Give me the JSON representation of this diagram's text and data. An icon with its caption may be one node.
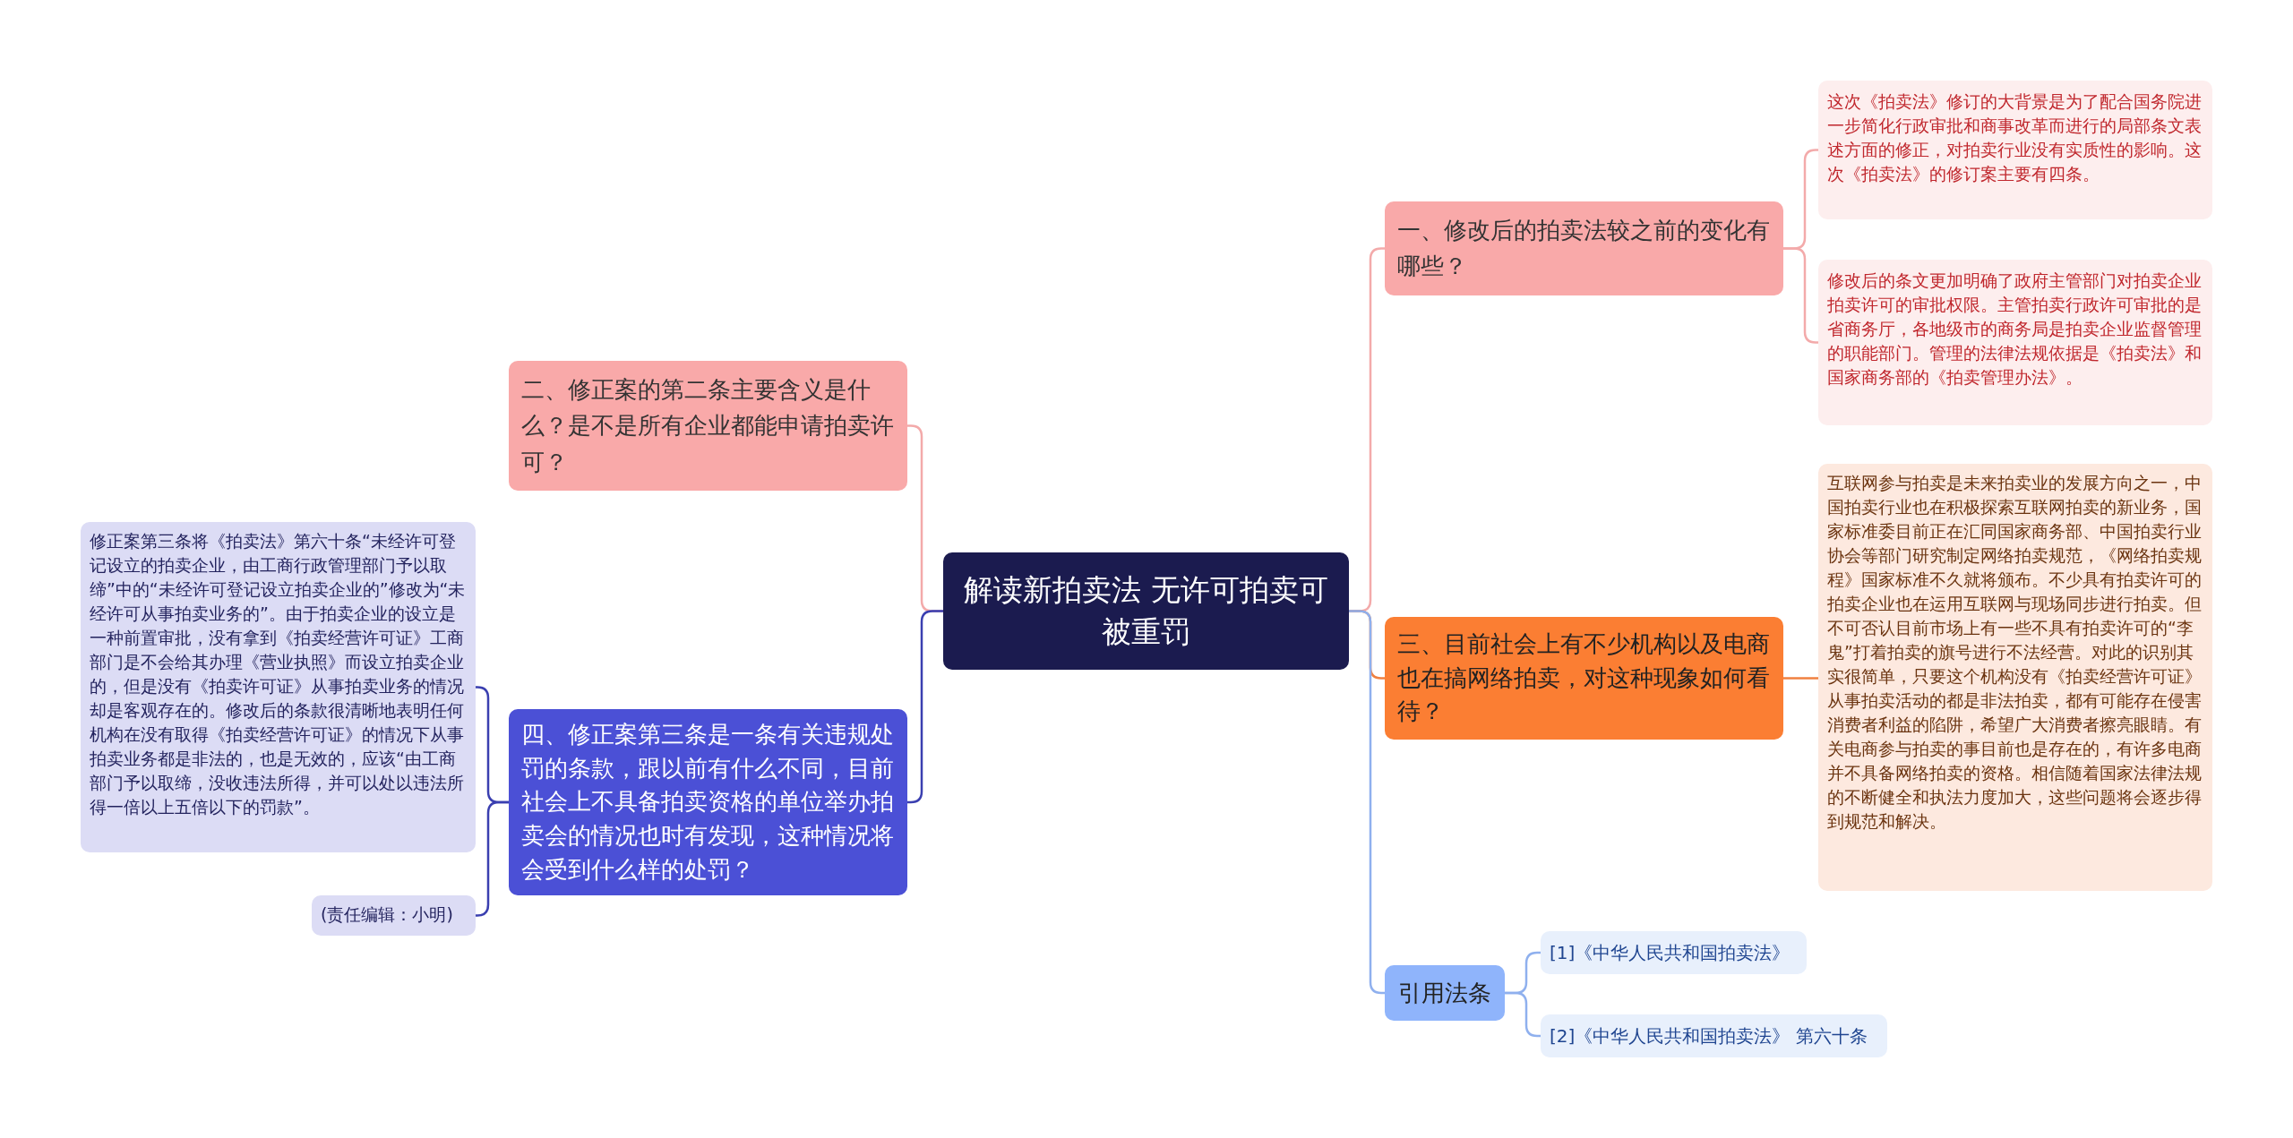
{
  "diagram": {
    "nodes": [
      {
        "text": [
          "解读新拍卖法 无许可拍卖可被重罚"
        ]
      },
      {
        "text": [
          "二、修正案的第二条主要含义是什么？是不是所有企业都能申请拍卖许可？"
        ]
      },
      {
        "text": [
          "四、修正案第三条是一条有关违规处罚的条款，跟以前有什么不同，目前社会上不具备拍卖资格的单位举办拍卖会的情况也时有发现，这种情况将会受到什么样的处罚？"
        ]
      },
      {
        "text": [
          "修正案第三条将《拍卖法》第六十条“未经许可登记设立的拍卖企业，由工商行政管理部门予以取缔”中的“未经许可登记设立拍卖企业的”修改为“未经许可从事拍卖业务的”。由于拍卖企业的设立是一种前置审批，没有拿到《拍卖经营许可证》工商部门是不会给其办理《营业执照》而设立拍卖企业的，但是没有《拍卖许可证》从事拍卖业务的情况却是客观存在的。修改后的条款很清晰地表明任何机构在没有取得《拍卖经营许可证》的情况下从事拍卖业务都是非法的，也是无效的，应该“由工商部门予以取缔，没收违法所得，并可以处以违法所得一倍以上五倍以下的罚款”。"
        ]
      },
      {
        "text": [
          "(责任编辑：小明)"
        ]
      },
      {
        "text": [
          "一、修改后的拍卖法较之前的变化有哪些？"
        ]
      },
      {
        "text": [
          "这次《拍卖法》修订的大背景是为了配合国务院进一步简化行政审批和商事改革而进行的局部条文表述方面的修正，对拍卖行业没有实质性的影响。这次《拍卖法》的修订案主要有四条。"
        ]
      },
      {
        "text": [
          "修改后的条文更加明确了政府主管部门对拍卖企业拍卖许可的审批权限。主管拍卖行政许可审批的是省商务厅，各地级市的商务局是拍卖企业监督管理的职能部门。管理的法律法规依据是《拍卖法》和国家商务部的《拍卖管理办法》。"
        ]
      },
      {
        "text": [
          "三、目前社会上有不少机构以及电商也在搞网络拍卖，对这种现象如何看待？"
        ]
      },
      {
        "text": [
          "互联网参与拍卖是未来拍卖业的发展方向之一，中国拍卖行业也在积极探索互联网拍卖的新业务，国家标准委目前正在汇同国家商务部、中国拍卖行业协会等部门研究制定网络拍卖规范，《网络拍卖规程》国家标准不久就将颁布。不少具有拍卖许可的拍卖企业也在运用互联网与现场同步进行拍卖。但不可否认目前市场上有一些不具有拍卖许可的“李鬼”打着拍卖的旗号进行不法经营。对此的识别其实很简单，只要这个机构没有《拍卖经营许可证》从事拍卖活动的都是非法拍卖，都有可能存在侵害消费者利益的陷阱，希望广大消费者擦亮眼睛。有关电商参与拍卖的事目前也是存在的，有许多电商并不具备网络拍卖的资格。相信随着国家法律法规的不断健全和执法力度加大，这些问题将会逐步得到规范和解决。"
        ]
      },
      {
        "text": [
          "引用法条"
        ]
      },
      {
        "text": [
          "[1]《中华人民共和国拍卖法》"
        ]
      },
      {
        "text": [
          "[2]《中华人民共和国拍卖法》 第六十条"
        ]
      }
    ],
    "edges": [
      {
        "from": 0,
        "to": 5,
        "arrow": "none",
        "color": "#f3aaaa"
      },
      {
        "from": 0,
        "to": 8,
        "arrow": "none",
        "color": "#f08040"
      },
      {
        "from": 0,
        "to": 10,
        "arrow": "none",
        "color": "#8fb0ee"
      },
      {
        "from": 0,
        "to": 1,
        "arrow": "none",
        "color": "#f3aaaa"
      },
      {
        "from": 0,
        "to": 2,
        "arrow": "none",
        "color": "#3a3fb0"
      },
      {
        "from": 5,
        "to": 6,
        "arrow": "none",
        "color": "#f3aaaa"
      },
      {
        "from": 5,
        "to": 7,
        "arrow": "none",
        "color": "#f3aaaa"
      },
      {
        "from": 8,
        "to": 9,
        "arrow": "none",
        "color": "#f08040"
      },
      {
        "from": 10,
        "to": 11,
        "arrow": "none",
        "color": "#8fb0ee"
      },
      {
        "from": 10,
        "to": 12,
        "arrow": "none",
        "color": "#8fb0ee"
      },
      {
        "from": 2,
        "to": 3,
        "arrow": "none",
        "color": "#3a3fb0"
      },
      {
        "from": 2,
        "to": 4,
        "arrow": "none",
        "color": "#3a3fb0"
      }
    ]
  }
}
